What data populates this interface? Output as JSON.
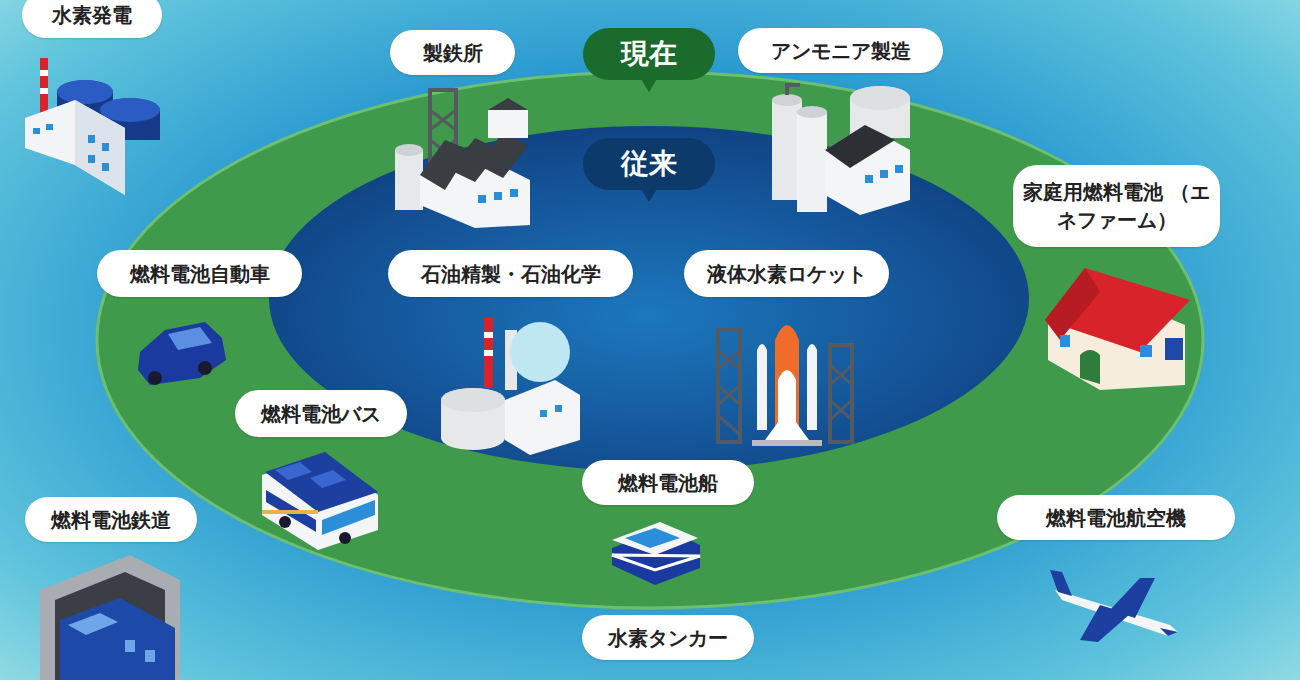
{
  "diagram": {
    "nodes": [
      {
        "text": [
          "水素発電"
        ]
      },
      {
        "text": [
          "現在"
        ]
      },
      {
        "text": [
          "従来"
        ],
        "in": 1
      },
      {
        "text": [
          "製鉄所"
        ],
        "in": 1
      },
      {
        "text": [
          "アンモニア製造"
        ],
        "in": 1
      },
      {
        "text": [
          "家庭用燃料電池 （エネファーム）"
        ]
      },
      {
        "text": [
          "燃料電池自動車"
        ],
        "in": 1
      },
      {
        "text": [
          "石油精製・石油化学"
        ],
        "in": 2
      },
      {
        "text": [
          "液体水素ロケット"
        ],
        "in": 2
      },
      {
        "text": [
          "燃料電池バス"
        ],
        "in": 1
      },
      {
        "text": [
          "燃料電池船"
        ],
        "in": 1
      },
      {
        "text": [
          "燃料電池鉄道"
        ]
      },
      {
        "text": [
          "燃料電池航空機"
        ]
      },
      {
        "text": [
          "水素タンカー"
        ]
      }
    ]
  }
}
